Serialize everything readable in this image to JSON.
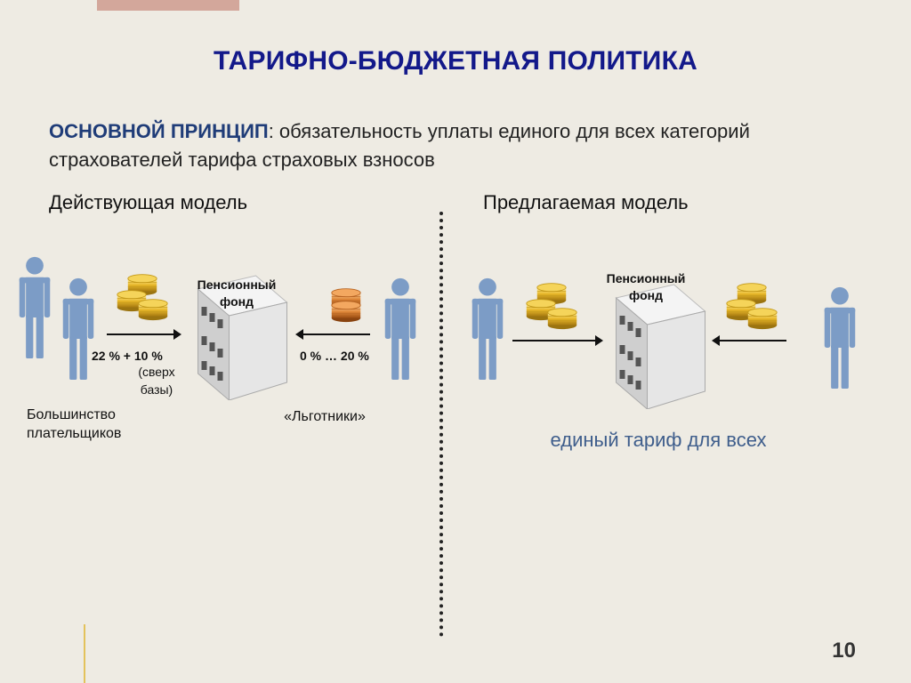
{
  "header": {
    "title": "ТАРИФНО-БЮДЖЕТНАЯ ПОЛИТИКА"
  },
  "principle": {
    "label": "ОСНОВНОЙ ПРИНЦИП",
    "text": ": обязательность уплаты единого для всех категорий страхователей тарифа страховых взносов"
  },
  "current_model": {
    "heading": "Действующая модель",
    "fund_label": "Пенсионный фонд",
    "majority_rate": "22 % + 10 %",
    "majority_rate_note": "(сверх базы)",
    "beneficiary_rate": "0 % … 20 %",
    "majority_label": "Большинство плательщиков",
    "beneficiaries_label": "«Льготники»"
  },
  "proposed_model": {
    "heading": "Предлагаемая модель",
    "fund_label": "Пенсионный фонд",
    "summary": "единый тариф для всех"
  },
  "footer": {
    "page_number": "10"
  },
  "colors": {
    "title": "#13198a",
    "principle_label": "#1f3c78",
    "person": "#7c9cc6",
    "coin": "#e8b82a",
    "coin_copper": "#e0893a",
    "summary": "#3f5e8c",
    "top_bar": "#d3a79b"
  }
}
